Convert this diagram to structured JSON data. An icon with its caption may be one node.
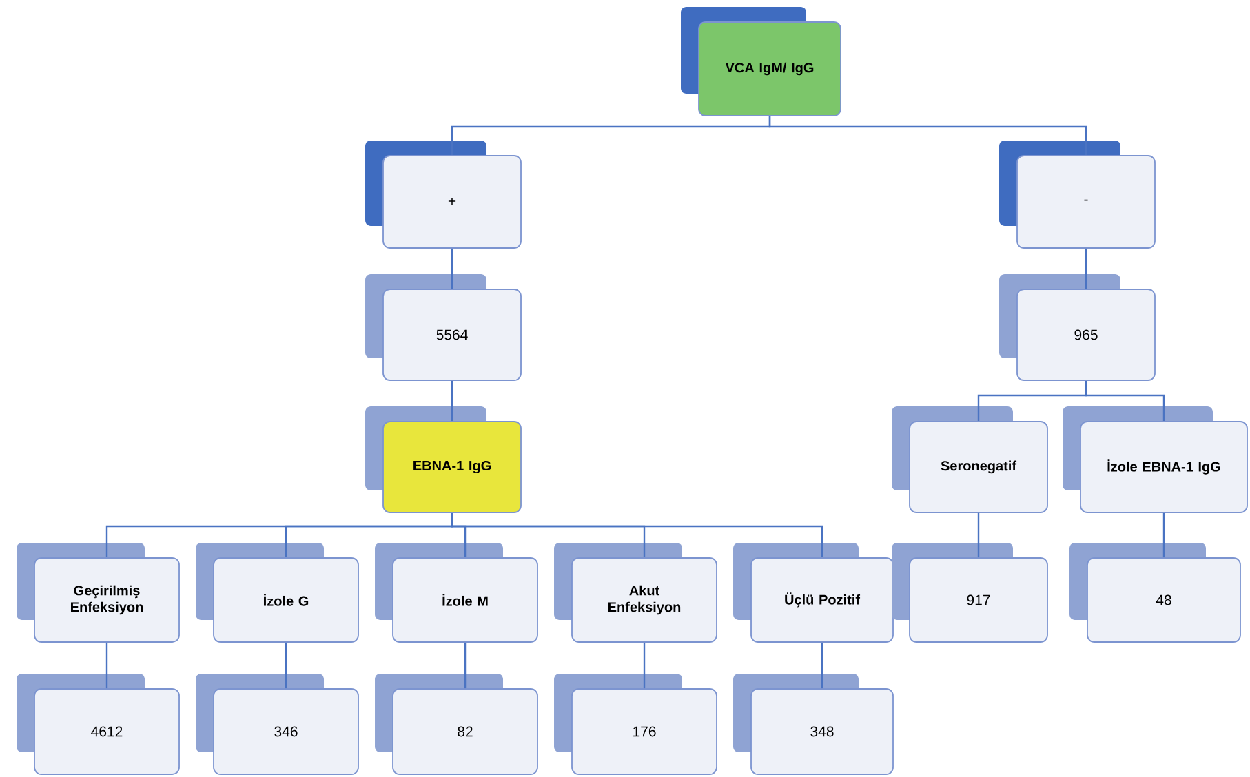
{
  "diagram": {
    "nodes": [
      {
        "text": [
          "VCA IgM/ IgG"
        ]
      },
      {
        "text": [
          "+"
        ]
      },
      {
        "text": [
          "-"
        ]
      },
      {
        "text": [
          "5564"
        ]
      },
      {
        "text": [
          "965"
        ]
      },
      {
        "text": [
          "EBNA-1 IgG"
        ]
      },
      {
        "text": [
          "Seronegatif"
        ]
      },
      {
        "text": [
          "İzole EBNA-1 IgG"
        ]
      },
      {
        "text": [
          "Geçirilmiş Enfeksiyon"
        ]
      },
      {
        "text": [
          "İzole G"
        ]
      },
      {
        "text": [
          "İzole M"
        ]
      },
      {
        "text": [
          "Akut Enfeksiyon"
        ]
      },
      {
        "text": [
          "Üçlü Pozitif"
        ]
      },
      {
        "text": [
          "917"
        ]
      },
      {
        "text": [
          "48"
        ]
      },
      {
        "text": [
          "4612"
        ]
      },
      {
        "text": [
          "346"
        ]
      },
      {
        "text": [
          "82"
        ]
      },
      {
        "text": [
          "176"
        ]
      },
      {
        "text": [
          "348"
        ]
      }
    ],
    "edges": [
      {
        "from": 0,
        "to": 1,
        "arrow": "none"
      },
      {
        "from": 0,
        "to": 2,
        "arrow": "none"
      },
      {
        "from": 1,
        "to": 3,
        "arrow": "none"
      },
      {
        "from": 2,
        "to": 4,
        "arrow": "none"
      },
      {
        "from": 3,
        "to": 5,
        "arrow": "none"
      },
      {
        "from": 4,
        "to": 6,
        "arrow": "none"
      },
      {
        "from": 4,
        "to": 7,
        "arrow": "none"
      },
      {
        "from": 5,
        "to": 8,
        "arrow": "none"
      },
      {
        "from": 5,
        "to": 9,
        "arrow": "none"
      },
      {
        "from": 5,
        "to": 10,
        "arrow": "none"
      },
      {
        "from": 5,
        "to": 11,
        "arrow": "none"
      },
      {
        "from": 5,
        "to": 12,
        "arrow": "none"
      },
      {
        "from": 6,
        "to": 13,
        "arrow": "none"
      },
      {
        "from": 7,
        "to": 14,
        "arrow": "none"
      },
      {
        "from": 8,
        "to": 15,
        "arrow": "none"
      },
      {
        "from": 9,
        "to": 16,
        "arrow": "none"
      },
      {
        "from": 10,
        "to": 17,
        "arrow": "none"
      },
      {
        "from": 11,
        "to": 18,
        "arrow": "none"
      },
      {
        "from": 12,
        "to": 19,
        "arrow": "none"
      }
    ]
  }
}
